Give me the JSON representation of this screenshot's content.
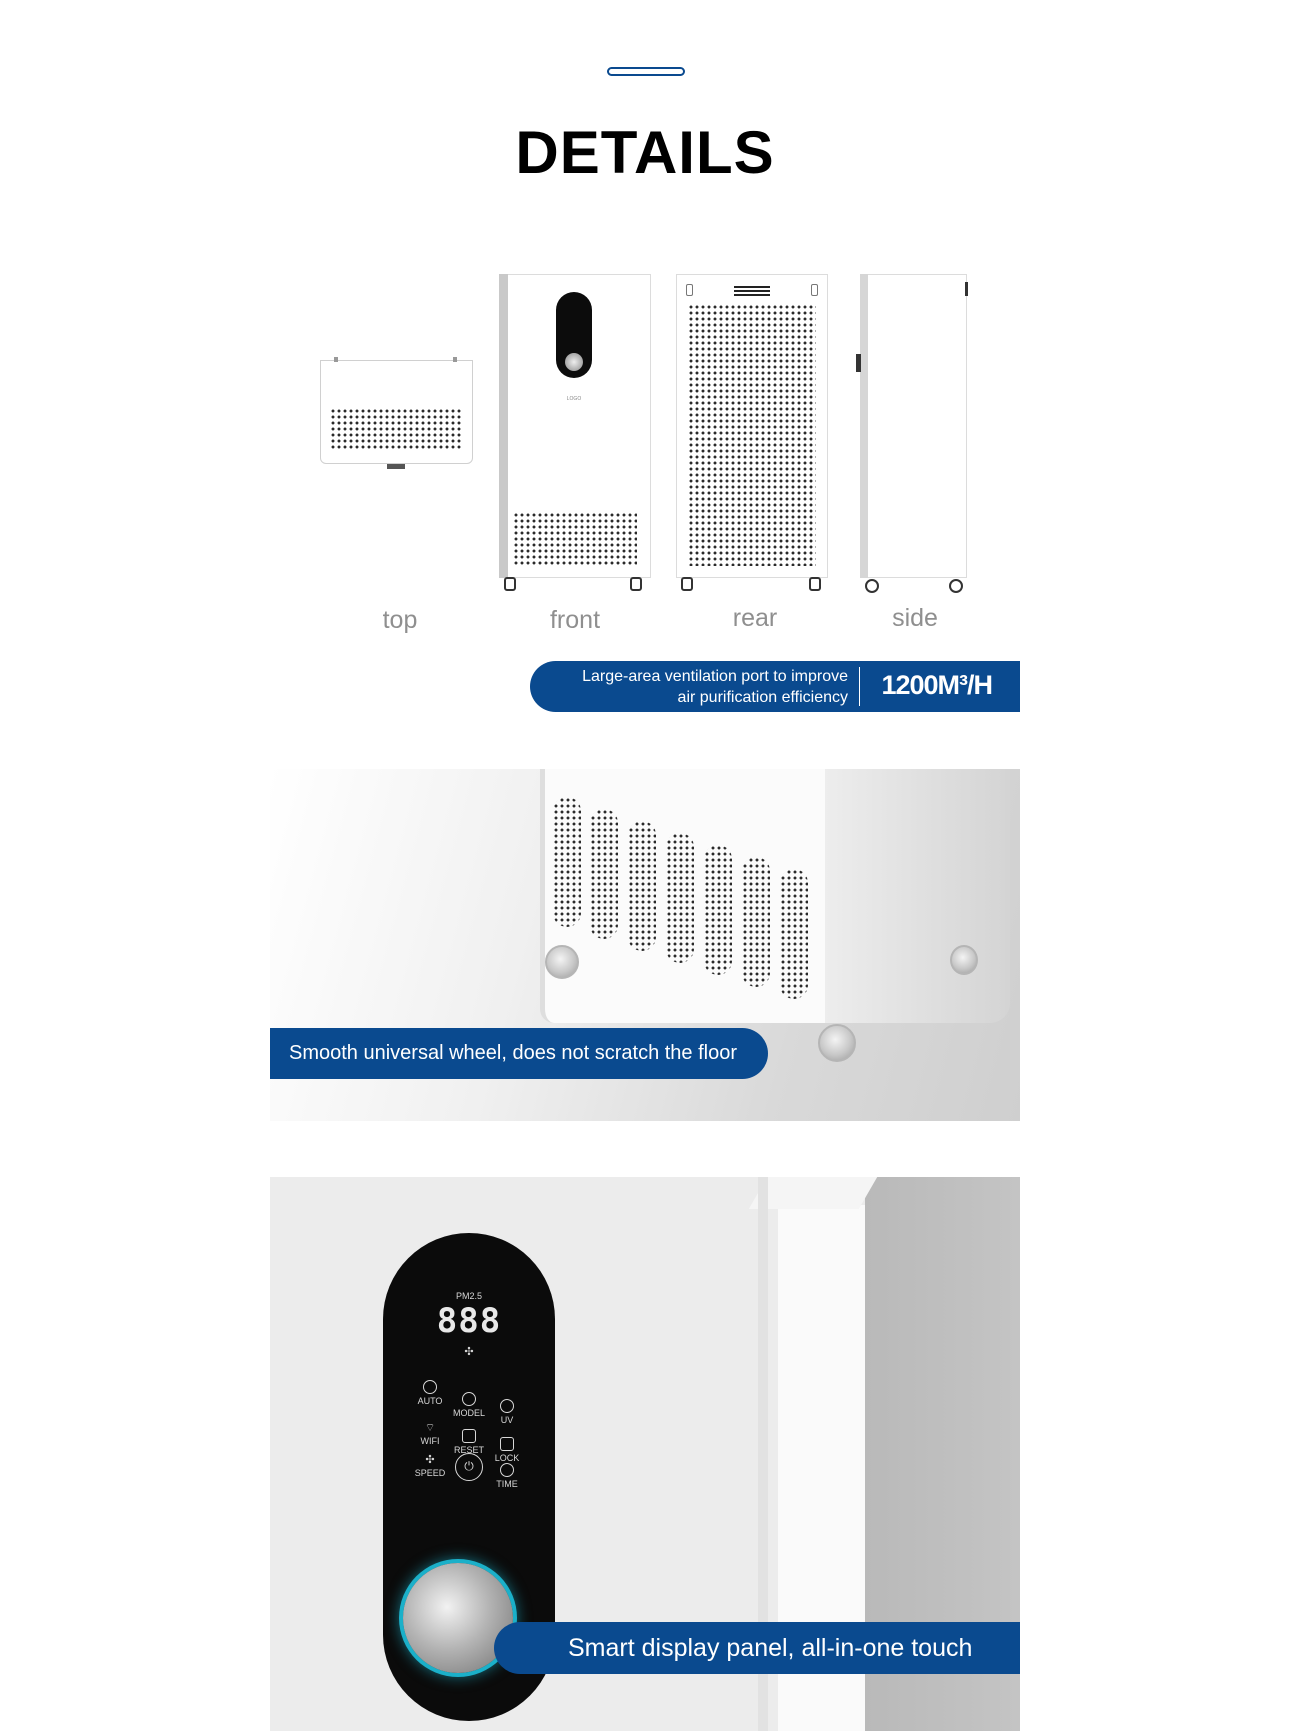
{
  "header": {
    "title": "DETAILS"
  },
  "views": {
    "top": "top",
    "front": "front",
    "rear": "rear",
    "side": "side"
  },
  "ventilation_banner": {
    "line1": "Large-area ventilation port to improve",
    "line2": "air purification efficiency",
    "spec": "1200M³/H"
  },
  "wheel_section": {
    "caption": "Smooth universal wheel, does not scratch the floor"
  },
  "panel_section": {
    "caption": "Smart display panel, all-in-one touch",
    "display": {
      "pm_label": "PM2.5",
      "digits": "888",
      "buttons": [
        "AUTO",
        "MODEL",
        "UV",
        "WIFI",
        "RESET",
        "LOCK",
        "SPEED",
        "TIME"
      ]
    }
  },
  "front_logo": "LOGO",
  "colors": {
    "accent": "#0a4a8f",
    "title": "#000000",
    "label": "#8f8f8f"
  }
}
